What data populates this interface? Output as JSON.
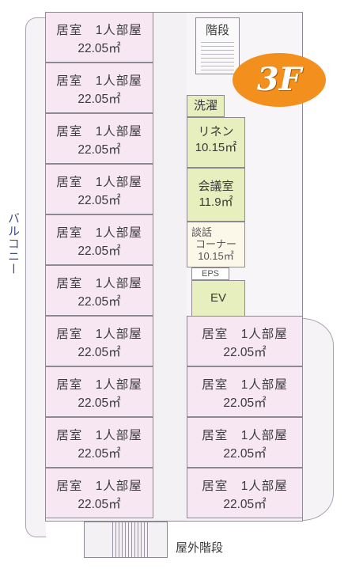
{
  "floor": "3F",
  "balcony_label": "バルコニー",
  "stairs_label": "階段",
  "outer_stairs_label": "屋外階段",
  "rooms": [
    {
      "name": "居室　1人部屋",
      "area": "22.05㎡"
    },
    {
      "name": "居室　1人部屋",
      "area": "22.05㎡"
    },
    {
      "name": "居室　1人部屋",
      "area": "22.05㎡"
    },
    {
      "name": "居室　1人部屋",
      "area": "22.05㎡"
    },
    {
      "name": "居室　1人部屋",
      "area": "22.05㎡"
    },
    {
      "name": "居室　1人部屋",
      "area": "22.05㎡"
    },
    {
      "name": "居室　1人部屋",
      "area": "22.05㎡"
    },
    {
      "name": "居室　1人部屋",
      "area": "22.05㎡"
    },
    {
      "name": "居室　1人部屋",
      "area": "22.05㎡"
    },
    {
      "name": "居室　1人部屋",
      "area": "22.05㎡"
    },
    {
      "name": "居室　1人部屋",
      "area": "22.05㎡"
    },
    {
      "name": "居室　1人部屋",
      "area": "22.05㎡"
    },
    {
      "name": "居室　1人部屋",
      "area": "22.05㎡"
    },
    {
      "name": "居室　1人部屋",
      "area": "22.05㎡"
    }
  ],
  "facilities": {
    "laundry": "洗濯",
    "linen": {
      "name": "リネン",
      "area": "10.15㎡"
    },
    "meeting": {
      "name": "会議室",
      "area": "11.9㎡"
    },
    "lounge": {
      "line1": "談話",
      "line2": "コーナー",
      "area": "10.15㎡"
    },
    "eps": "EPS",
    "ev": "EV"
  }
}
